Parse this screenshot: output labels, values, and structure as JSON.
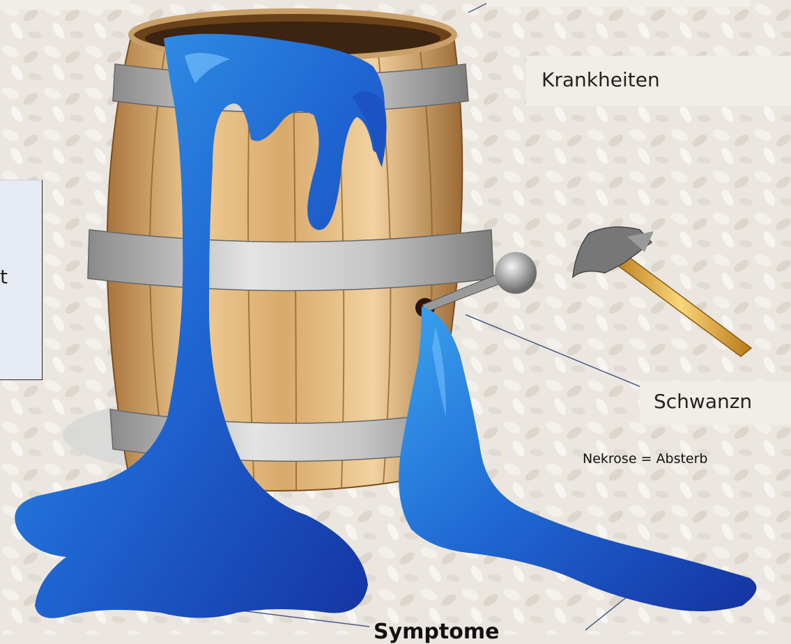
{
  "labels": {
    "krankheiten": "Krankheiten",
    "left_fragment": "t",
    "schwanz": "Schwanzn",
    "nekrose": "Nekrose = Absterb",
    "symptome": "Symptome"
  },
  "colors": {
    "background": "#ebe7e0",
    "label_box": "#f0eee6",
    "water": "#1e6fd6",
    "barrel_wood": "#d9a96a",
    "barrel_hoop": "#b8b8b8"
  }
}
